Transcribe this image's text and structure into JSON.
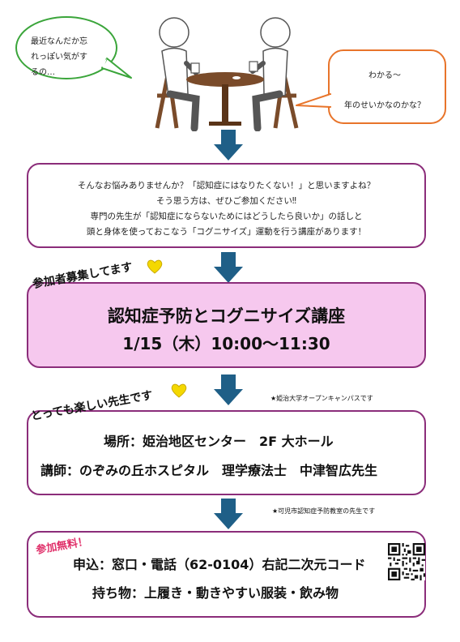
{
  "speech": {
    "left": {
      "lines": [
        "最近なんだか忘",
        "れっぽい気がす",
        "るの…"
      ]
    },
    "right": {
      "lines": [
        "わかる～",
        "年のせいかなのかな？"
      ]
    }
  },
  "intro": {
    "lines": [
      "そんなお悩みありませんか？「認知症にはなりたくない！」と思いますよね？",
      "そう思う方は、ぜひご参加ください‼",
      "専門の先生が「認知症にならないためにはどうしたら良いか」の話しと",
      "頭と身体を使っておこなう「コグニサイズ」運動を行う講座があります！"
    ]
  },
  "event": {
    "tag": "参加者募集してます",
    "title": "認知症予防とコグニサイズ講座",
    "datetime": "1/15（木）10:00～11:30"
  },
  "venue": {
    "tag": "とっても楽しい先生です",
    "note_top": "★姫治大学オープンキャンパスです",
    "place": "場所：姫治地区センター　2F 大ホール",
    "lecturer": "講師：のぞみの丘ホスピタル　理学療法士　中津智広先生",
    "note_bottom": "★可児市認知症予防教室の先生です"
  },
  "apply": {
    "tag": "参加無料！",
    "method": "申込：窓口・電話（62-0104）右記二次元コード",
    "bring": "持ち物：上履き・動きやすい服装・飲み物"
  },
  "colors": {
    "frame": "#8b2d7a",
    "event_fill": "#f6c8ee",
    "arrow": "#1f5f87",
    "bubble_left": "#3aa53a",
    "bubble_right": "#e8742a",
    "heart": "#f4d800",
    "free_tag": "#e0306a"
  },
  "icons": {
    "illustration": "two-people-at-table-illustration",
    "arrow": "arrow-down-icon",
    "heart": "heart-icon",
    "qr": "qr-code-icon"
  }
}
